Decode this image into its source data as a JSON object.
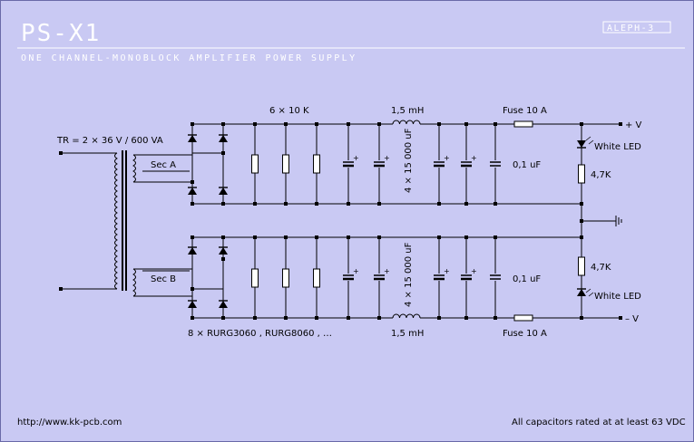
{
  "header": {
    "title": "PS-X1",
    "subtitle": "ONE CHANNEL-MONOBLOCK AMPLIFIER POWER SUPPLY",
    "badge": "ALEPH-3"
  },
  "labels": {
    "transformer": "TR = 2 × 36 V / 600 VA",
    "sec_a": "Sec A",
    "sec_b": "Sec B",
    "resistors": "6 × 10 K",
    "inductor_top": "1,5 mH",
    "inductor_bottom": "1,5 mH",
    "fuse_top": "Fuse 10 A",
    "fuse_bottom": "Fuse 10 A",
    "plus_v": "+ V",
    "minus_v": "– V",
    "led_top": "White LED",
    "led_bottom": "White LED",
    "res_top": "4,7K",
    "res_bottom": "4,7K",
    "cap_top": "0,1 uF",
    "cap_bottom": "0,1 uF",
    "cap_bank_top": "4 × 15 000 uF",
    "cap_bank_bottom": "4 × 15 000 uF",
    "diodes": "8 × RURG3060 , RURG8060 , …"
  },
  "footer": {
    "url": "http://www.kk-pcb.com",
    "note": "All capacitors rated at at least 63 VDC"
  },
  "colors": {
    "background": "#c9c9f3",
    "wire": "#000000",
    "title_text": "#ffffff"
  }
}
